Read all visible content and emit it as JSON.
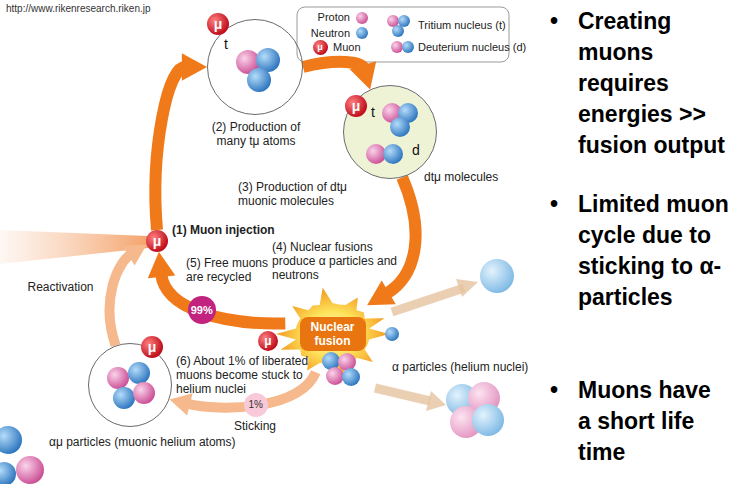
{
  "diagram": {
    "nodes": [
      {
        "text": [
          "t",
          "(2) Production of many tμ atoms"
        ]
      },
      {
        "text": [
          "t",
          "d",
          "dtμ molecules"
        ]
      },
      {
        "text": [
          "Nuclear fusion"
        ]
      },
      {
        "text": [
          "αμ particles (muonic helium atoms)"
        ]
      },
      {
        "text": [
          "μ",
          "(1) Muon injection"
        ]
      }
    ],
    "edges": [
      {
        "from": 4,
        "to": 0,
        "arrow": "to"
      },
      {
        "from": 0,
        "to": 1,
        "arrow": "to"
      },
      {
        "from": 1,
        "to": 2,
        "arrow": "to"
      },
      {
        "from": 2,
        "to": 4,
        "arrow": "to",
        "label": "99%"
      },
      {
        "from": 2,
        "to": 3,
        "arrow": "to",
        "label": "1%"
      },
      {
        "from": 3,
        "to": 4,
        "arrow": "to",
        "label": "Reactivation"
      }
    ],
    "labels": [
      "http://www.rikenresearch.riken.jp",
      "(3) Production of dtμ muonic molecules",
      "(4) Nuclear fusions produce α particles and neutrons",
      "(5) Free muons are recycled",
      "(6) About 1% of liberated muons become stuck to helium nuclei",
      "Sticking",
      "α particles (helium nuclei)",
      "μ",
      "μ",
      "μ",
      "μ",
      "μ",
      "•",
      "Creating muons requires energies >> fusion output",
      "•",
      "Limited muon cycle due to sticking to α-particles",
      "•",
      "Muons have a short life time"
    ],
    "legend": [
      {
        "text": "Proton"
      },
      {
        "text": "Neutron"
      },
      {
        "text": "Tritium nucleus (t)"
      },
      {
        "text": "Muon"
      },
      {
        "text": "Deuterium nucleus (d)"
      }
    ]
  }
}
